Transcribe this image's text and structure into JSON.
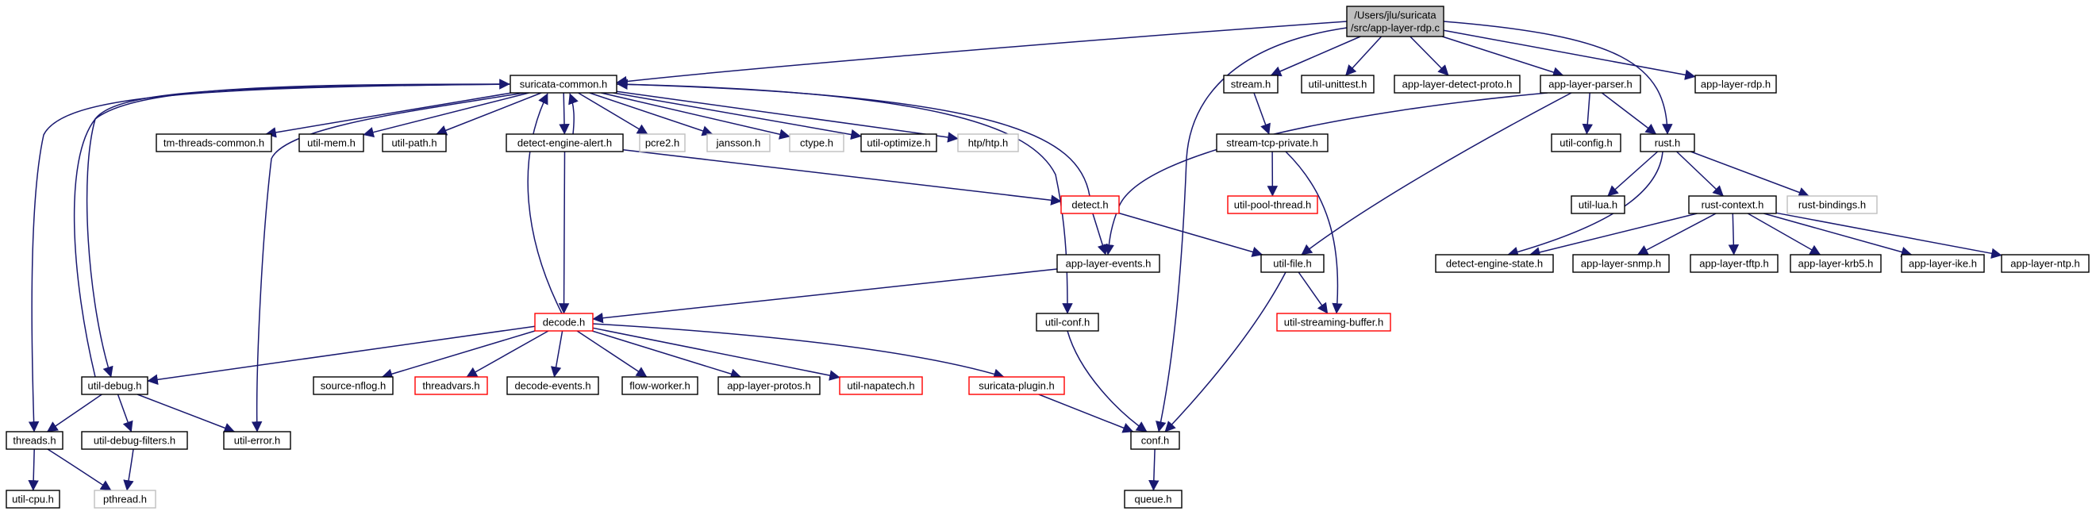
{
  "colors": {
    "edge": "#191970",
    "border_normal": "#000000",
    "border_truncated": "#ff0000",
    "border_external": "#bfbfbf",
    "fill_root": "#bfbfbf",
    "fill_normal": "#ffffff",
    "text_external": "#000000"
  },
  "nodes": [
    {
      "id": "root",
      "label": "/Users/jlu/suricata\n/src/app-layer-rdp.c",
      "style": "root"
    },
    {
      "id": "suricata-common",
      "label": "suricata-common.h",
      "style": "normal"
    },
    {
      "id": "stream",
      "label": "stream.h",
      "style": "normal"
    },
    {
      "id": "util-unittest",
      "label": "util-unittest.h",
      "style": "normal"
    },
    {
      "id": "app-layer-detect-proto",
      "label": "app-layer-detect-proto.h",
      "style": "normal"
    },
    {
      "id": "app-layer-parser",
      "label": "app-layer-parser.h",
      "style": "normal"
    },
    {
      "id": "app-layer-rdp",
      "label": "app-layer-rdp.h",
      "style": "normal"
    },
    {
      "id": "tm-threads-common",
      "label": "tm-threads-common.h",
      "style": "normal"
    },
    {
      "id": "util-mem",
      "label": "util-mem.h",
      "style": "normal"
    },
    {
      "id": "util-path",
      "label": "util-path.h",
      "style": "normal"
    },
    {
      "id": "detect-engine-alert",
      "label": "detect-engine-alert.h",
      "style": "normal"
    },
    {
      "id": "pcre2",
      "label": "pcre2.h",
      "style": "external"
    },
    {
      "id": "jansson",
      "label": "jansson.h",
      "style": "external"
    },
    {
      "id": "ctype",
      "label": "ctype.h",
      "style": "external"
    },
    {
      "id": "util-optimize",
      "label": "util-optimize.h",
      "style": "normal"
    },
    {
      "id": "htp",
      "label": "htp/htp.h",
      "style": "external"
    },
    {
      "id": "stream-tcp-private",
      "label": "stream-tcp-private.h",
      "style": "normal"
    },
    {
      "id": "util-config",
      "label": "util-config.h",
      "style": "normal"
    },
    {
      "id": "rust",
      "label": "rust.h",
      "style": "normal"
    },
    {
      "id": "detect",
      "label": "detect.h",
      "style": "truncated"
    },
    {
      "id": "util-pool-thread",
      "label": "util-pool-thread.h",
      "style": "truncated"
    },
    {
      "id": "util-lua",
      "label": "util-lua.h",
      "style": "normal"
    },
    {
      "id": "rust-context",
      "label": "rust-context.h",
      "style": "normal"
    },
    {
      "id": "rust-bindings",
      "label": "rust-bindings.h",
      "style": "external"
    },
    {
      "id": "app-layer-events",
      "label": "app-layer-events.h",
      "style": "normal"
    },
    {
      "id": "util-file",
      "label": "util-file.h",
      "style": "normal"
    },
    {
      "id": "detect-engine-state",
      "label": "detect-engine-state.h",
      "style": "normal"
    },
    {
      "id": "app-layer-snmp",
      "label": "app-layer-snmp.h",
      "style": "normal"
    },
    {
      "id": "app-layer-tftp",
      "label": "app-layer-tftp.h",
      "style": "normal"
    },
    {
      "id": "app-layer-krb5",
      "label": "app-layer-krb5.h",
      "style": "normal"
    },
    {
      "id": "app-layer-ike",
      "label": "app-layer-ike.h",
      "style": "normal"
    },
    {
      "id": "app-layer-ntp",
      "label": "app-layer-ntp.h",
      "style": "normal"
    },
    {
      "id": "decode",
      "label": "decode.h",
      "style": "truncated"
    },
    {
      "id": "util-conf",
      "label": "util-conf.h",
      "style": "normal"
    },
    {
      "id": "util-streaming-buffer",
      "label": "util-streaming-buffer.h",
      "style": "truncated"
    },
    {
      "id": "util-debug",
      "label": "util-debug.h",
      "style": "normal"
    },
    {
      "id": "source-nflog",
      "label": "source-nflog.h",
      "style": "normal"
    },
    {
      "id": "threadvars",
      "label": "threadvars.h",
      "style": "truncated"
    },
    {
      "id": "decode-events",
      "label": "decode-events.h",
      "style": "normal"
    },
    {
      "id": "flow-worker",
      "label": "flow-worker.h",
      "style": "normal"
    },
    {
      "id": "app-layer-protos",
      "label": "app-layer-protos.h",
      "style": "normal"
    },
    {
      "id": "util-napatech",
      "label": "util-napatech.h",
      "style": "truncated"
    },
    {
      "id": "suricata-plugin",
      "label": "suricata-plugin.h",
      "style": "truncated"
    },
    {
      "id": "threads",
      "label": "threads.h",
      "style": "normal"
    },
    {
      "id": "util-debug-filters",
      "label": "util-debug-filters.h",
      "style": "normal"
    },
    {
      "id": "util-error",
      "label": "util-error.h",
      "style": "normal"
    },
    {
      "id": "conf",
      "label": "conf.h",
      "style": "normal"
    },
    {
      "id": "util-cpu",
      "label": "util-cpu.h",
      "style": "normal"
    },
    {
      "id": "pthread",
      "label": "pthread.h",
      "style": "external"
    },
    {
      "id": "queue",
      "label": "queue.h",
      "style": "normal"
    }
  ],
  "edges": [
    [
      "root",
      "suricata-common"
    ],
    [
      "root",
      "stream"
    ],
    [
      "root",
      "util-unittest"
    ],
    [
      "root",
      "app-layer-detect-proto"
    ],
    [
      "root",
      "app-layer-parser"
    ],
    [
      "root",
      "app-layer-rdp"
    ],
    [
      "root",
      "rust"
    ],
    [
      "root",
      "conf"
    ],
    [
      "suricata-common",
      "tm-threads-common"
    ],
    [
      "suricata-common",
      "util-mem"
    ],
    [
      "suricata-common",
      "util-path"
    ],
    [
      "suricata-common",
      "detect-engine-alert"
    ],
    [
      "suricata-common",
      "pcre2"
    ],
    [
      "suricata-common",
      "jansson"
    ],
    [
      "suricata-common",
      "ctype"
    ],
    [
      "suricata-common",
      "util-optimize"
    ],
    [
      "suricata-common",
      "htp"
    ],
    [
      "suricata-common",
      "util-conf"
    ],
    [
      "suricata-common",
      "threads"
    ],
    [
      "suricata-common",
      "util-debug"
    ],
    [
      "suricata-common",
      "util-error"
    ],
    [
      "detect-engine-alert",
      "suricata-common"
    ],
    [
      "detect-engine-alert",
      "detect"
    ],
    [
      "detect-engine-alert",
      "decode"
    ],
    [
      "detect",
      "suricata-common"
    ],
    [
      "detect",
      "app-layer-events"
    ],
    [
      "detect",
      "util-file"
    ],
    [
      "stream",
      "stream-tcp-private"
    ],
    [
      "stream-tcp-private",
      "util-pool-thread"
    ],
    [
      "stream-tcp-private",
      "util-streaming-buffer"
    ],
    [
      "app-layer-parser",
      "util-config"
    ],
    [
      "app-layer-parser",
      "rust"
    ],
    [
      "app-layer-parser",
      "app-layer-events"
    ],
    [
      "app-layer-parser",
      "util-file"
    ],
    [
      "rust",
      "util-lua"
    ],
    [
      "rust",
      "rust-context"
    ],
    [
      "rust",
      "rust-bindings"
    ],
    [
      "rust",
      "detect-engine-state"
    ],
    [
      "rust-context",
      "detect-engine-state"
    ],
    [
      "rust-context",
      "app-layer-snmp"
    ],
    [
      "rust-context",
      "app-layer-tftp"
    ],
    [
      "rust-context",
      "app-layer-krb5"
    ],
    [
      "rust-context",
      "app-layer-ike"
    ],
    [
      "rust-context",
      "app-layer-ntp"
    ],
    [
      "app-layer-events",
      "decode"
    ],
    [
      "util-file",
      "util-streaming-buffer"
    ],
    [
      "util-file",
      "conf"
    ],
    [
      "decode",
      "suricata-common"
    ],
    [
      "decode",
      "util-debug"
    ],
    [
      "decode",
      "source-nflog"
    ],
    [
      "decode",
      "threadvars"
    ],
    [
      "decode",
      "decode-events"
    ],
    [
      "decode",
      "flow-worker"
    ],
    [
      "decode",
      "app-layer-protos"
    ],
    [
      "decode",
      "util-napatech"
    ],
    [
      "decode",
      "suricata-plugin"
    ],
    [
      "util-conf",
      "conf"
    ],
    [
      "suricata-plugin",
      "conf"
    ],
    [
      "util-debug",
      "suricata-common"
    ],
    [
      "util-debug",
      "threads"
    ],
    [
      "util-debug",
      "util-debug-filters"
    ],
    [
      "util-debug",
      "util-error"
    ],
    [
      "threads",
      "util-cpu"
    ],
    [
      "threads",
      "pthread"
    ],
    [
      "util-debug-filters",
      "pthread"
    ],
    [
      "conf",
      "queue"
    ]
  ]
}
